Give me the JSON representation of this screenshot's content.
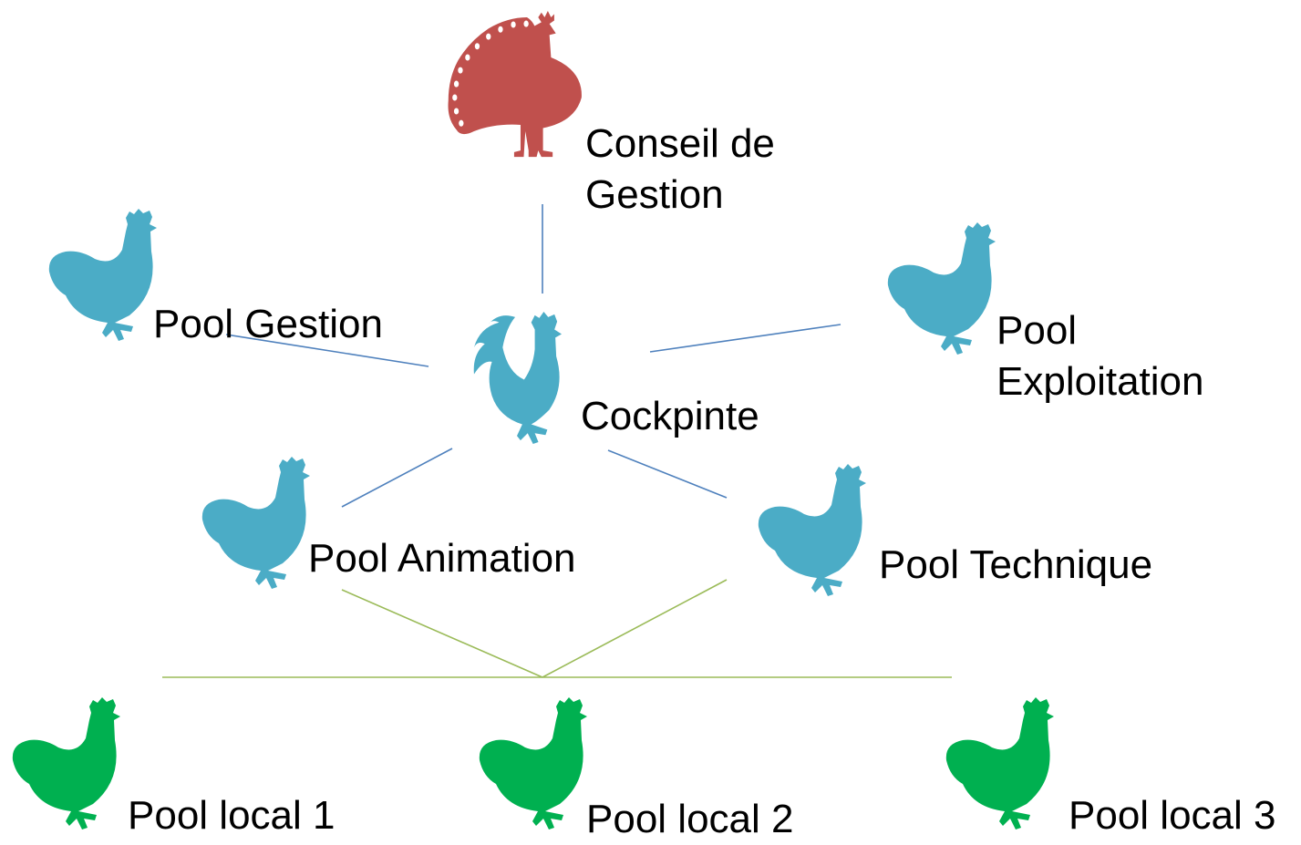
{
  "colors": {
    "peacock": "#C0504D",
    "pool": "#4BACC6",
    "local": "#00B050",
    "line_blue": "#4F81BD",
    "line_green": "#9BBB59"
  },
  "nodes": {
    "conseil": {
      "line1": "Conseil de",
      "line2": "Gestion",
      "icon": "peacock-icon"
    },
    "cockpinte": {
      "label": "Cockpinte",
      "icon": "rooster-icon"
    },
    "pool_gestion": {
      "label": "Pool Gestion",
      "icon": "hen-icon"
    },
    "pool_exploitation": {
      "line1": "Pool",
      "line2": "Exploitation",
      "icon": "hen-icon"
    },
    "pool_animation": {
      "label": "Pool Animation",
      "icon": "hen-icon"
    },
    "pool_technique": {
      "label": "Pool Technique",
      "icon": "hen-icon"
    },
    "pool_local_1": {
      "label": "Pool local 1",
      "icon": "hen-icon"
    },
    "pool_local_2": {
      "label": "Pool local 2",
      "icon": "hen-icon"
    },
    "pool_local_3": {
      "label": "Pool local 3",
      "icon": "hen-icon"
    }
  }
}
